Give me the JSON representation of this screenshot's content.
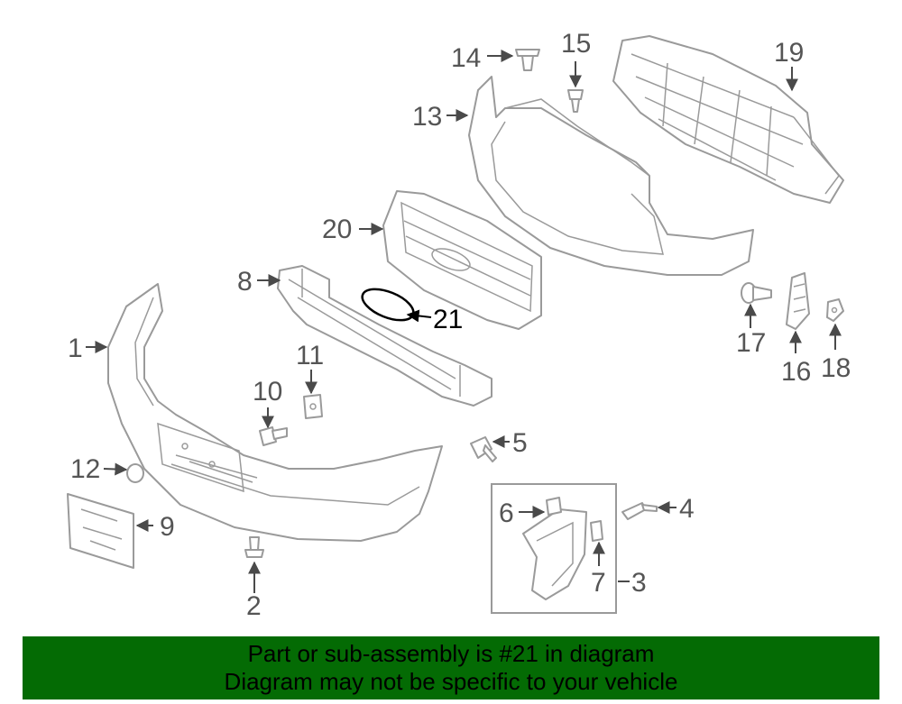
{
  "diagram": {
    "callouts": [
      {
        "id": "1",
        "label": "1"
      },
      {
        "id": "2",
        "label": "2"
      },
      {
        "id": "3",
        "label": "3"
      },
      {
        "id": "4",
        "label": "4"
      },
      {
        "id": "5",
        "label": "5"
      },
      {
        "id": "6",
        "label": "6"
      },
      {
        "id": "7",
        "label": "7"
      },
      {
        "id": "8",
        "label": "8"
      },
      {
        "id": "9",
        "label": "9"
      },
      {
        "id": "10",
        "label": "10"
      },
      {
        "id": "11",
        "label": "11"
      },
      {
        "id": "12",
        "label": "12"
      },
      {
        "id": "13",
        "label": "13"
      },
      {
        "id": "14",
        "label": "14"
      },
      {
        "id": "15",
        "label": "15"
      },
      {
        "id": "16",
        "label": "16"
      },
      {
        "id": "17",
        "label": "17"
      },
      {
        "id": "18",
        "label": "18"
      },
      {
        "id": "19",
        "label": "19"
      },
      {
        "id": "20",
        "label": "20"
      },
      {
        "id": "21",
        "label": "21"
      }
    ],
    "highlighted_part": "21"
  },
  "banner": {
    "line1": "Part or sub-assembly is #21 in diagram",
    "line2": "Diagram may not be specific to your vehicle",
    "background_color": "#046b04"
  }
}
